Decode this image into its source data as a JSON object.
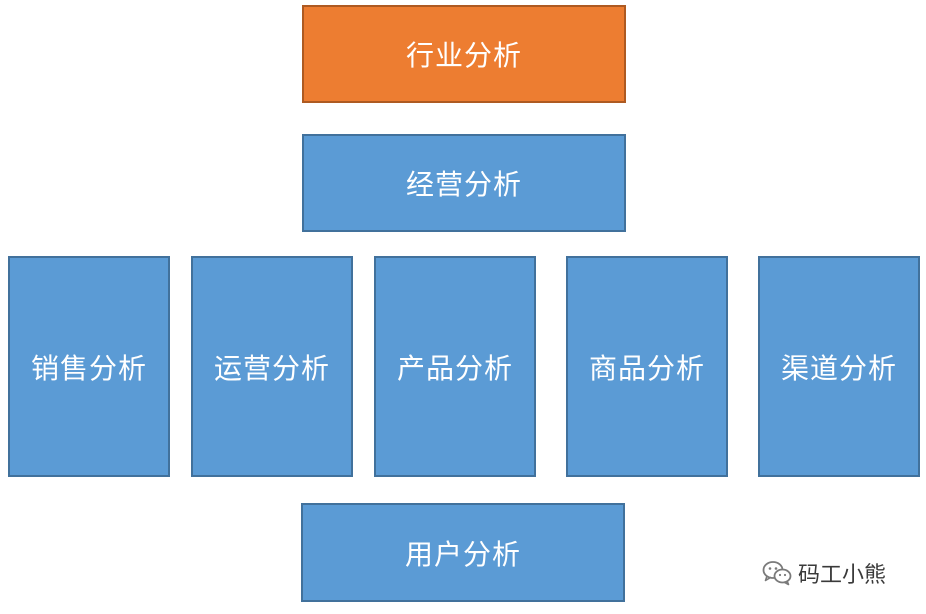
{
  "diagram": {
    "nodes": [
      {
        "id": "industry",
        "label": "行业分析",
        "color": "#ED7D31"
      },
      {
        "id": "business",
        "label": "经营分析",
        "color": "#5B9BD5"
      },
      {
        "id": "sales",
        "label": "销售分析",
        "color": "#5B9BD5"
      },
      {
        "id": "operations",
        "label": "运营分析",
        "color": "#5B9BD5"
      },
      {
        "id": "product",
        "label": "产品分析",
        "color": "#5B9BD5"
      },
      {
        "id": "goods",
        "label": "商品分析",
        "color": "#5B9BD5"
      },
      {
        "id": "channel",
        "label": "渠道分析",
        "color": "#5B9BD5"
      },
      {
        "id": "user",
        "label": "用户分析",
        "color": "#5B9BD5"
      }
    ]
  },
  "watermark": {
    "icon": "wechat-icon",
    "text": "码工小熊"
  }
}
